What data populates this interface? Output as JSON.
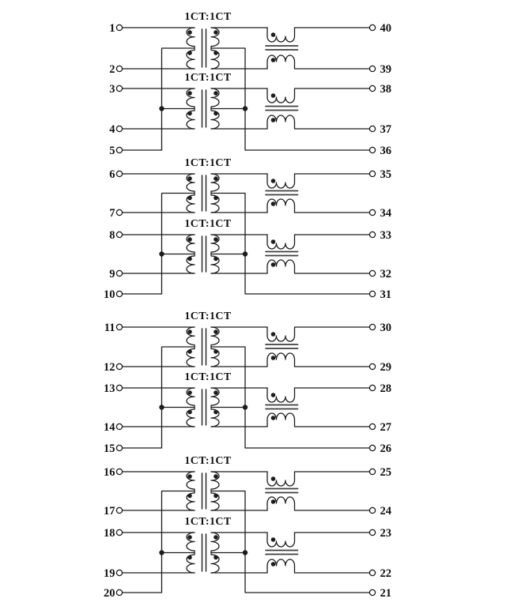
{
  "schematic": {
    "background": "#ffffff",
    "line_color": "#1c1c1c",
    "core_color": "#3f3f3f",
    "text_color": "#111111",
    "groups": [
      {
        "transformers": [
          {
            "ratio_label": "1CT:1CT",
            "left_pins": [
              "1",
              "2"
            ],
            "right_pins": [
              "40",
              "39"
            ]
          },
          {
            "ratio_label": "1CT:1CT",
            "left_pins": [
              "3",
              "4"
            ],
            "right_pins": [
              "38",
              "37"
            ]
          }
        ],
        "primary_ct_pin": "5",
        "secondary_ct_pin": "36"
      },
      {
        "transformers": [
          {
            "ratio_label": "1CT:1CT",
            "left_pins": [
              "6",
              "7"
            ],
            "right_pins": [
              "35",
              "34"
            ]
          },
          {
            "ratio_label": "1CT:1CT",
            "left_pins": [
              "8",
              "9"
            ],
            "right_pins": [
              "33",
              "32"
            ]
          }
        ],
        "primary_ct_pin": "10",
        "secondary_ct_pin": "31"
      },
      {
        "transformers": [
          {
            "ratio_label": "1CT:1CT",
            "left_pins": [
              "11",
              "12"
            ],
            "right_pins": [
              "30",
              "29"
            ]
          },
          {
            "ratio_label": "1CT:1CT",
            "left_pins": [
              "13",
              "14"
            ],
            "right_pins": [
              "28",
              "27"
            ]
          }
        ],
        "primary_ct_pin": "15",
        "secondary_ct_pin": "26"
      },
      {
        "transformers": [
          {
            "ratio_label": "1CT:1CT",
            "left_pins": [
              "16",
              "17"
            ],
            "right_pins": [
              "25",
              "24"
            ]
          },
          {
            "ratio_label": "1CT:1CT",
            "left_pins": [
              "18",
              "19"
            ],
            "right_pins": [
              "23",
              "22"
            ]
          }
        ],
        "primary_ct_pin": "20",
        "secondary_ct_pin": "21"
      }
    ]
  }
}
